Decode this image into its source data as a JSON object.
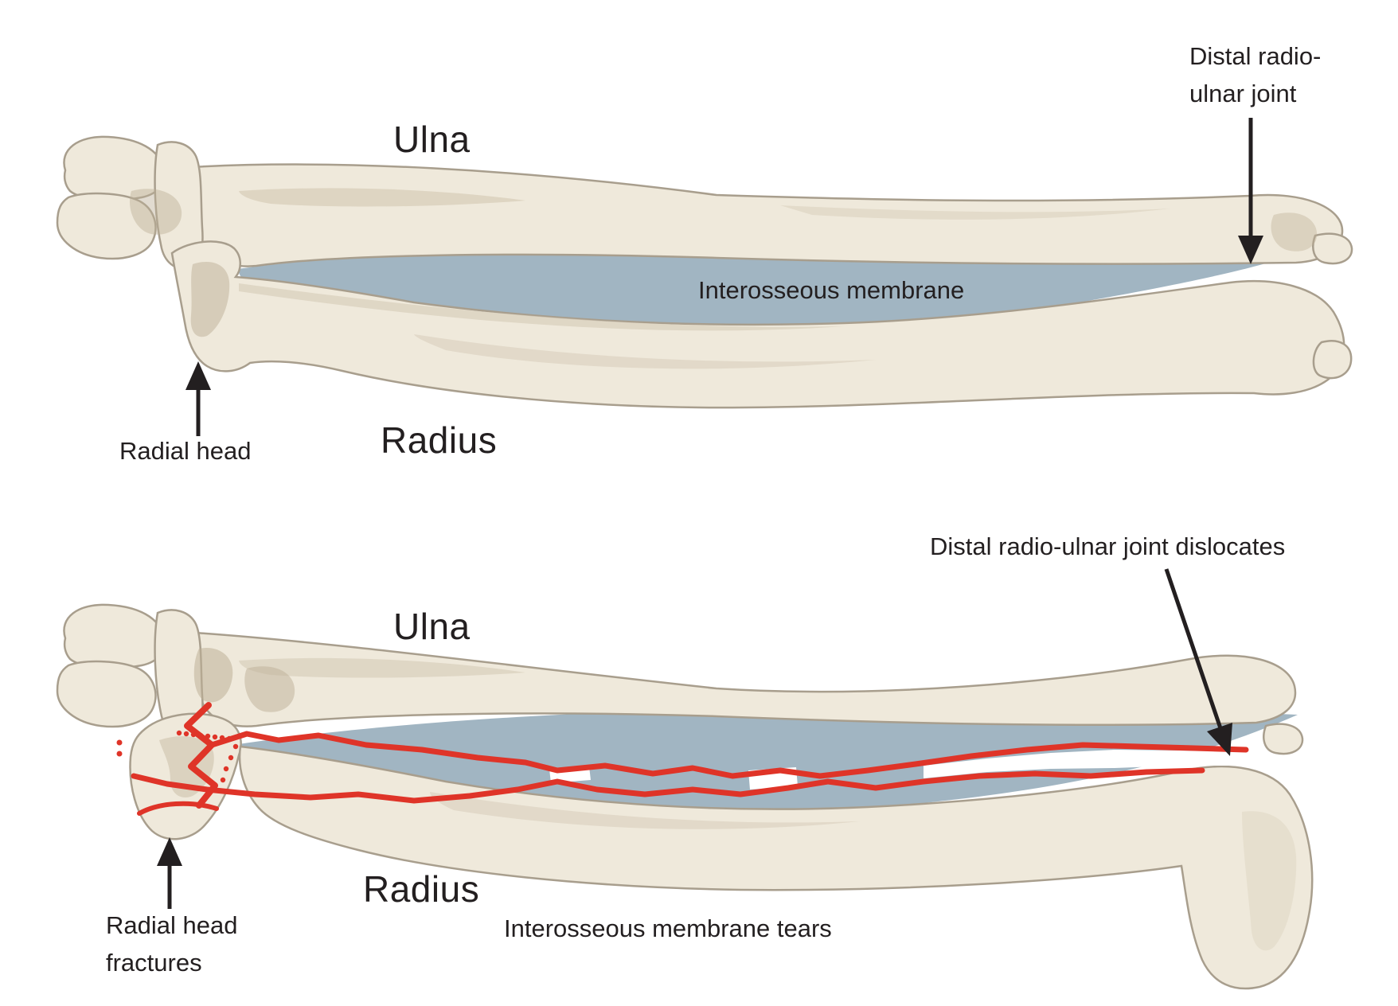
{
  "colors": {
    "background": "#ffffff",
    "bone": "#efe9db",
    "bone_light": "#f7f3e9",
    "bone_shade": "#d9cfbc",
    "bone_shade_dark": "#bdb097",
    "bone_outline": "#a89e8d",
    "membrane": "#a1b5c2",
    "fracture_red": "#df3428",
    "text": "#231f20"
  },
  "top_panel": {
    "ulna_label": "Ulna",
    "radius_label": "Radius",
    "radial_head_label": "Radial head",
    "membrane_label": "Interosseous membrane",
    "druj_label_line1": "Distal radio-",
    "druj_label_line2": "ulnar joint"
  },
  "bottom_panel": {
    "ulna_label": "Ulna",
    "radius_label": "Radius",
    "radial_head_label_line1": "Radial head",
    "radial_head_label_line2": "fractures",
    "membrane_label": "Interosseous membrane tears",
    "druj_label": "Distal radio-ulnar joint dislocates"
  }
}
